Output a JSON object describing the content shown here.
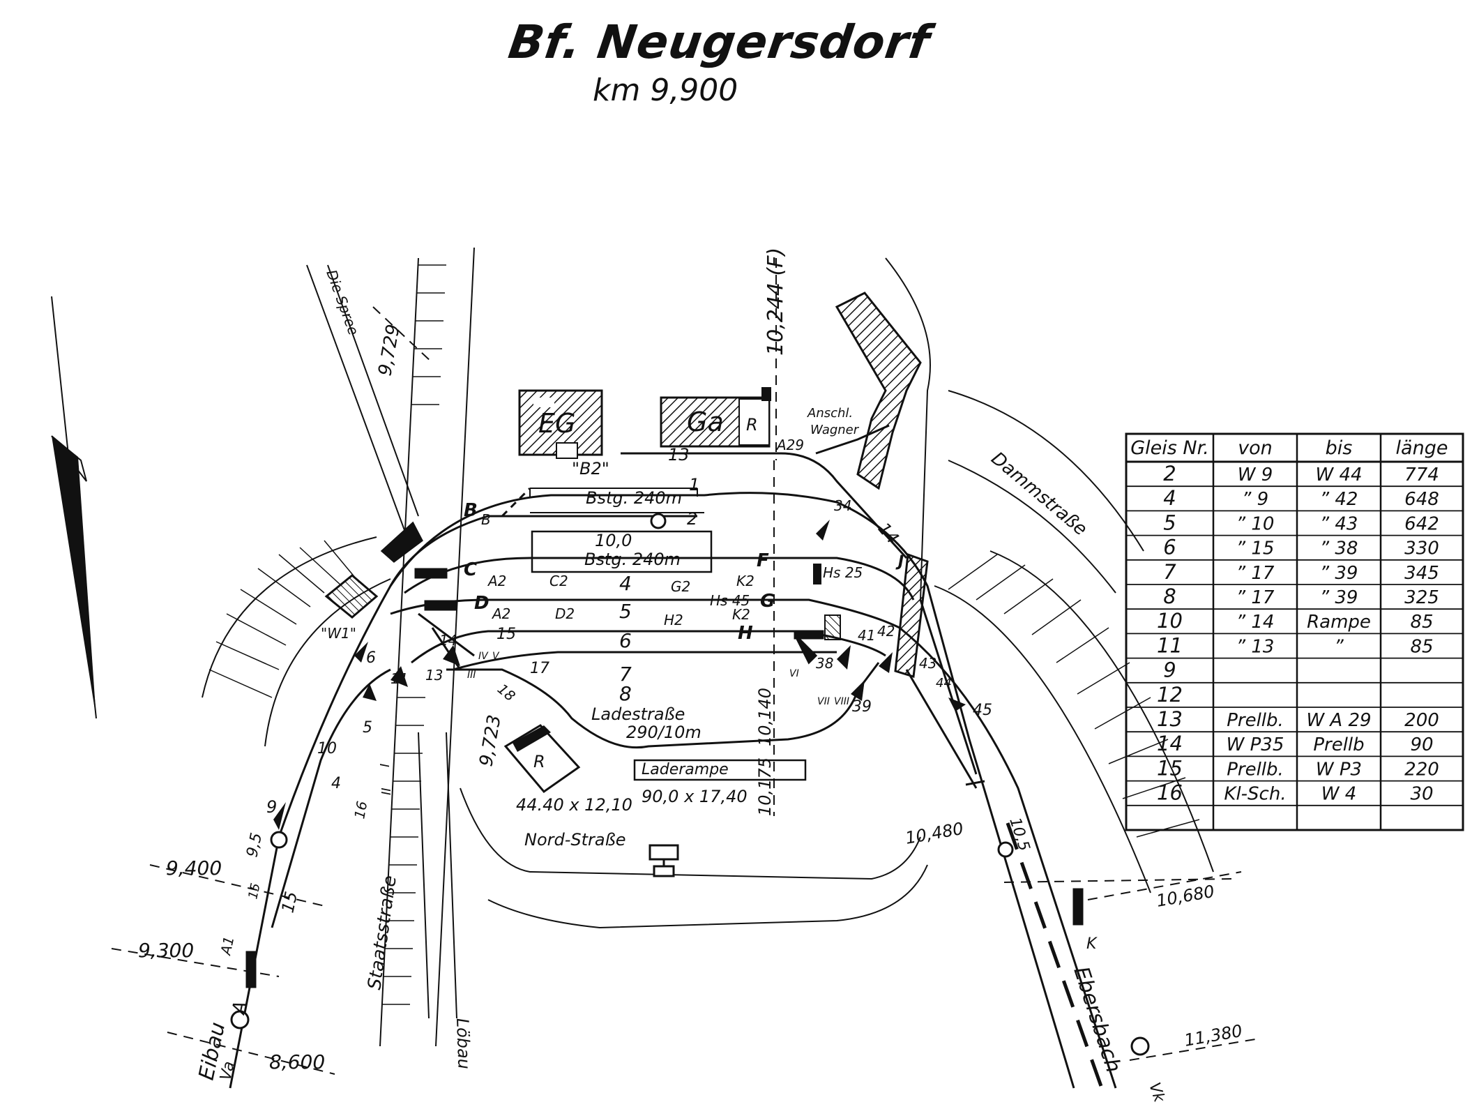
{
  "title": "Bf. Neugersdorf",
  "subtitle": "km 9,900",
  "buildings": {
    "eg": "EG",
    "ga": "Ga",
    "r_ga": "R",
    "r_loading": "R",
    "w1": "\"W1\""
  },
  "station_labels": {
    "b2": "\"B2\"",
    "bstg_top": "Bstg. 240m",
    "bstg_mid_dim": "10,0",
    "bstg_mid": "Bstg. 240m",
    "ladestrasse": "Ladestraße",
    "ladestrasse_dim": "290/10m",
    "laderampe": "Laderampe",
    "laderampe_dim": "90,0 x 17,40",
    "r_dim": "44.40 x 12,10",
    "anschl": "Anschl.",
    "wagner": "Wagner"
  },
  "streets": {
    "spree": "Die Spree",
    "staatsstrasse": "Staatsstraße",
    "loebau": "Löbau",
    "nordstrasse": "Nord-Straße",
    "dammstrasse": "Dammstraße",
    "eibau": "Eibau",
    "ebersbach": "Ebersbach"
  },
  "kilometers": {
    "k9729": "9,729",
    "k10244": "10,244 (F)",
    "k9400": "9,400",
    "k9300": "9,300",
    "k8600": "8,600",
    "k9723": "9,723",
    "k10140": "10,140",
    "k10175": "10,175",
    "k10480": "10,480",
    "k10680": "10,680",
    "k11380": "11,380",
    "k95": "9,5",
    "k105": "10,5"
  },
  "track_numbers": {
    "t1": "1",
    "t2": "2",
    "t4": "4",
    "t5": "5",
    "t6": "6",
    "t7": "7",
    "t8": "8",
    "t13": "13",
    "t14": "14",
    "t15": "15",
    "t17": "17"
  },
  "switch_numbers": {
    "s6": "6",
    "s9": "9",
    "s10": "10",
    "s4": "4",
    "s5": "5",
    "s11": "11",
    "s13": "13",
    "s14": "14",
    "s16": "16",
    "s18": "18",
    "s15": "15",
    "s34": "34",
    "s38": "38",
    "s39": "39",
    "s41": "41",
    "s42": "42",
    "s43": "43",
    "s44": "44",
    "s45": "45",
    "s15b": "15"
  },
  "signals": {
    "b": "B",
    "c": "C",
    "d": "D",
    "f": "F",
    "g": "G",
    "h": "H",
    "j": "J",
    "k": "K",
    "a": "A",
    "va": "Va",
    "vk": "Vk",
    "a1": "A1",
    "a2c": "A2",
    "a2d": "A2",
    "a2h": "A2",
    "bsig": "B",
    "c2": "C2",
    "d2": "D2",
    "g2": "G2",
    "h2": "H2",
    "k2a": "K2",
    "k2b": "K2",
    "hs25": "Hs 25",
    "hs45": "Hs 45",
    "a29": "A29",
    "r_iv": "IV",
    "r_v": "V",
    "r_iii": "III",
    "r_vi": "VI",
    "r_vii": "VII",
    "r_viii": "VIII",
    "r_i": "I",
    "r_ii": "II"
  },
  "table": {
    "headers": [
      "Gleis Nr.",
      "von",
      "bis",
      "länge"
    ],
    "rows": [
      [
        "2",
        "W 9",
        "W 44",
        "774"
      ],
      [
        "4",
        "” 9",
        "” 42",
        "648"
      ],
      [
        "5",
        "” 10",
        "” 43",
        "642"
      ],
      [
        "6",
        "” 15",
        "” 38",
        "330"
      ],
      [
        "7",
        "” 17",
        "” 39",
        "345"
      ],
      [
        "8",
        "” 17",
        "” 39",
        "325"
      ],
      [
        "10",
        "” 14",
        "Rampe",
        "85"
      ],
      [
        "11",
        "” 13",
        "”",
        "85"
      ],
      [
        "9",
        "",
        "",
        ""
      ],
      [
        "12",
        "",
        "",
        ""
      ],
      [
        "13",
        "Prellb.",
        "W A 29",
        "200"
      ],
      [
        "14",
        "W P35",
        "Prellb",
        "90"
      ],
      [
        "15",
        "Prellb.",
        "W P3",
        "220"
      ],
      [
        "16",
        "Kl-Sch.",
        "W 4",
        "30"
      ],
      [
        "",
        "",
        "",
        ""
      ]
    ]
  }
}
